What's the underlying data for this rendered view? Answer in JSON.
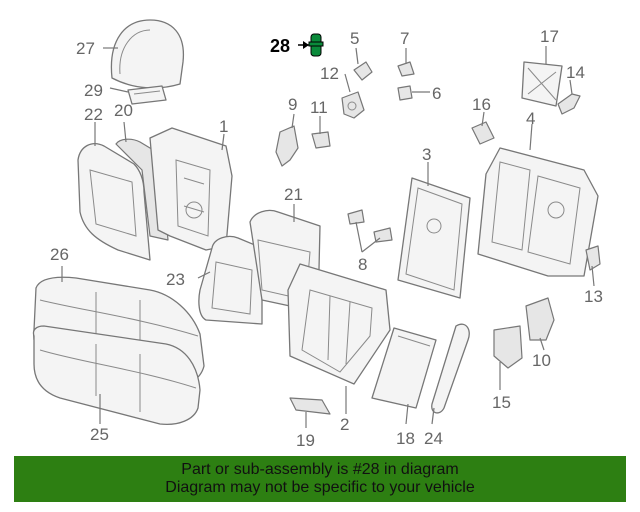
{
  "diagram": {
    "highlighted_part": "28",
    "callouts": [
      "1",
      "2",
      "3",
      "4",
      "5",
      "6",
      "7",
      "8",
      "9",
      "10",
      "11",
      "12",
      "13",
      "14",
      "15",
      "16",
      "17",
      "18",
      "19",
      "20",
      "21",
      "22",
      "23",
      "24",
      "25",
      "26",
      "27",
      "28",
      "29"
    ],
    "highlight_color": "#0a8a3a",
    "banner_color": "#2d7f12"
  },
  "banner": {
    "line1": "Part or sub-assembly is #28 in diagram",
    "line2": "Diagram may not be specific to your vehicle"
  }
}
